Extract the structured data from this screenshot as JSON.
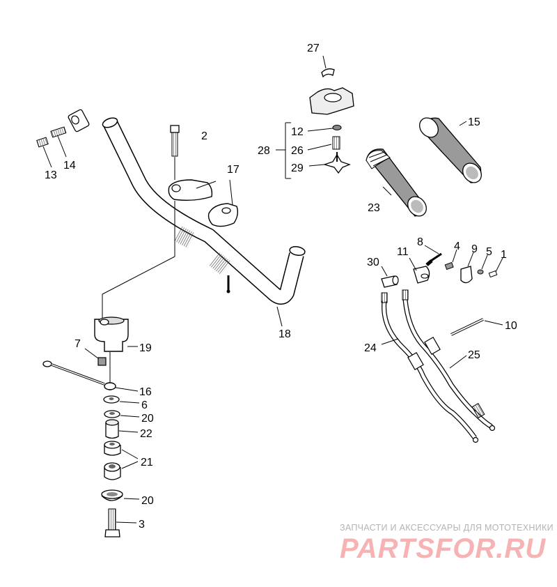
{
  "diagram": {
    "callouts": {
      "c1": "1",
      "c2": "2",
      "c3": "3",
      "c4": "4",
      "c5": "5",
      "c6": "6",
      "c7": "7",
      "c8": "8",
      "c9": "9",
      "c10": "10",
      "c11": "11",
      "c12": "12",
      "c13": "13",
      "c14": "14",
      "c15": "15",
      "c16": "16",
      "c17": "17",
      "c18": "18",
      "c19": "19",
      "c20a": "20",
      "c20b": "20",
      "c21": "21",
      "c22": "22",
      "c23": "23",
      "c24": "24",
      "c25": "25",
      "c26": "26",
      "c27": "27",
      "c28": "28",
      "c29": "29",
      "c30": "30"
    }
  },
  "watermark": {
    "tagline": "ЗАПЧАСТИ И АКСЕССУАРЫ ДЛЯ МОТОТЕХНИКИ",
    "logo": "PARTSFOR.RU",
    "color": "#f4a9a9"
  },
  "colors": {
    "line": "#000000",
    "shade": "#9a9a9a",
    "background": "#ffffff"
  }
}
